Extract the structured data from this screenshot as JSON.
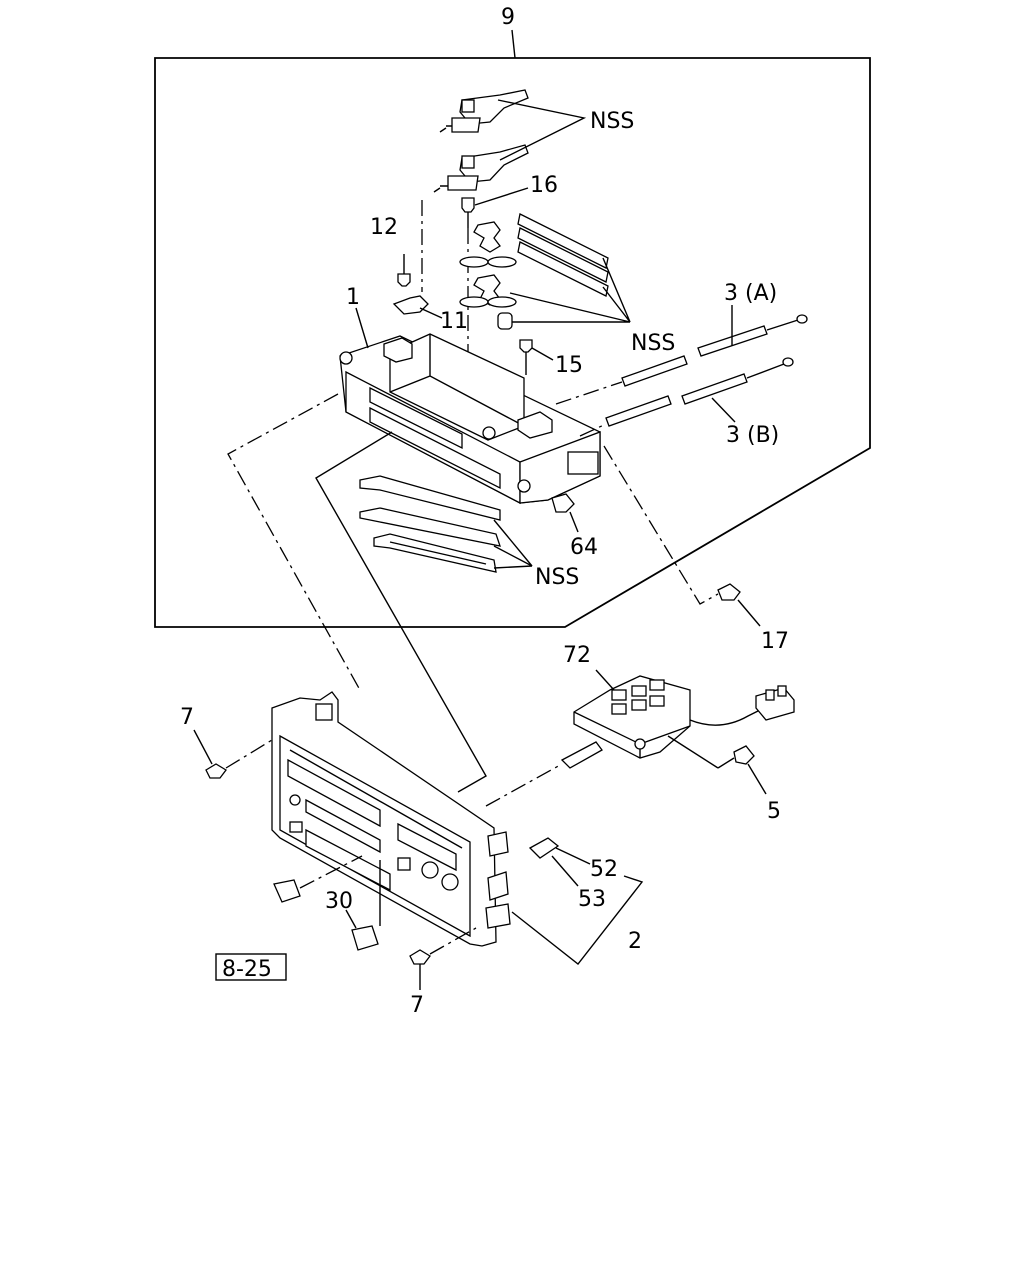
{
  "labels": {
    "l9": "9",
    "l_nss_top": "NSS",
    "l16": "16",
    "l12": "12",
    "l1": "1",
    "l11": "11",
    "l15": "15",
    "l3a": "3 (A)",
    "l_nss_mid": "NSS",
    "l3b": "3 (B)",
    "l64": "64",
    "l_nss_low": "NSS",
    "l17": "17",
    "l72": "72",
    "l7_top": "7",
    "l5": "5",
    "l52": "52",
    "l53": "53",
    "l30": "30",
    "l2": "2",
    "l825": "8-25",
    "l7_bot": "7"
  }
}
